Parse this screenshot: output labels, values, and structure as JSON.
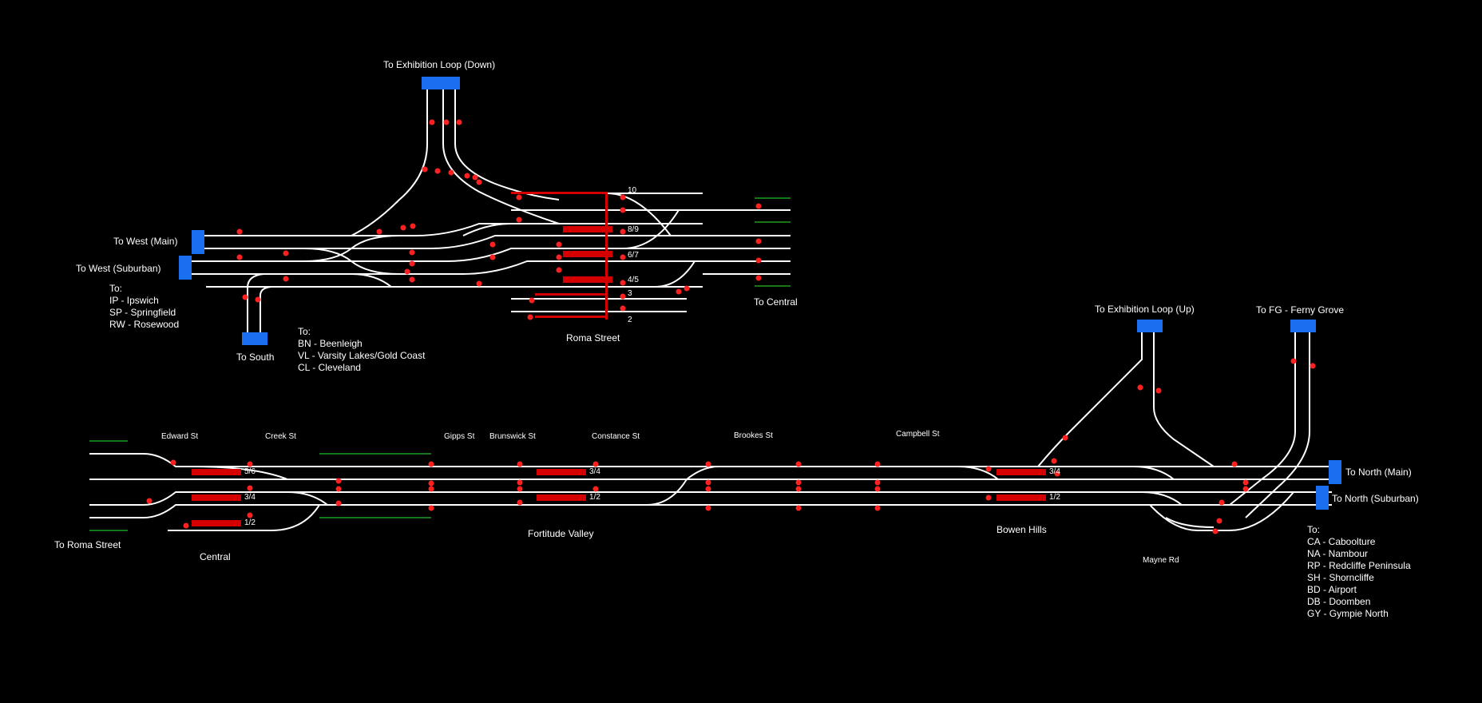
{
  "app": {
    "title": "Signal Box - Brisbane Central"
  },
  "colors": {
    "track": "#ffffff",
    "platform": "#d40000",
    "signal": "#ff2020",
    "exit_block": "#1a6ef0",
    "sidings": "#1a9e1a",
    "background": "#000000"
  },
  "labels": {
    "exhibition_down": "To Exhibition Loop (Down)",
    "to_west_main": "To West (Main)",
    "to_west_suburban": "To West (Suburban)",
    "to_south": "To South",
    "to_central": "To Central",
    "roma_street": "Roma Street",
    "exhibition_up": "To Exhibition Loop (Up)",
    "ferny_grove": "To FG - Ferny Grove",
    "to_north_main": "To North (Main)",
    "to_north_suburban": "To North (Suburban)",
    "to_roma_street": "To Roma Street",
    "central": "Central",
    "fortitude_valley": "Fortitude Valley",
    "bowen_hills": "Bowen Hills",
    "mayne_rd": "Mayne Rd",
    "edward_st": "Edward St",
    "creek_st": "Creek St",
    "gipps_st": "Gipps St",
    "brunswick_st": "Brunswick St",
    "constance_st": "Constance St",
    "brookes_st": "Brookes St",
    "campbell_st": "Campbell St"
  },
  "platforms": {
    "roma_10": "10",
    "roma_89": "8/9",
    "roma_67": "6/7",
    "roma_45": "4/5",
    "roma_3": "3",
    "roma_2": "2",
    "central_56": "5/6",
    "central_34": "3/4",
    "central_12": "1/2",
    "fv_34": "3/4",
    "fv_12": "1/2",
    "bh_34": "3/4",
    "bh_12": "1/2"
  },
  "legends": {
    "west": {
      "title": "To:",
      "lines": [
        "IP - Ipswich",
        "SP - Springfield",
        "RW - Rosewood"
      ]
    },
    "south": {
      "title": "To:",
      "lines": [
        "BN - Beenleigh",
        "VL - Varsity Lakes/Gold Coast",
        "CL - Cleveland"
      ]
    },
    "north": {
      "title": "To:",
      "lines": [
        "CA - Caboolture",
        "NA - Nambour",
        "RP - Redcliffe Peninsula",
        "SH - Shorncliffe",
        "BD - Airport",
        "DB - Doomben",
        "GY - Gympie North"
      ]
    }
  }
}
